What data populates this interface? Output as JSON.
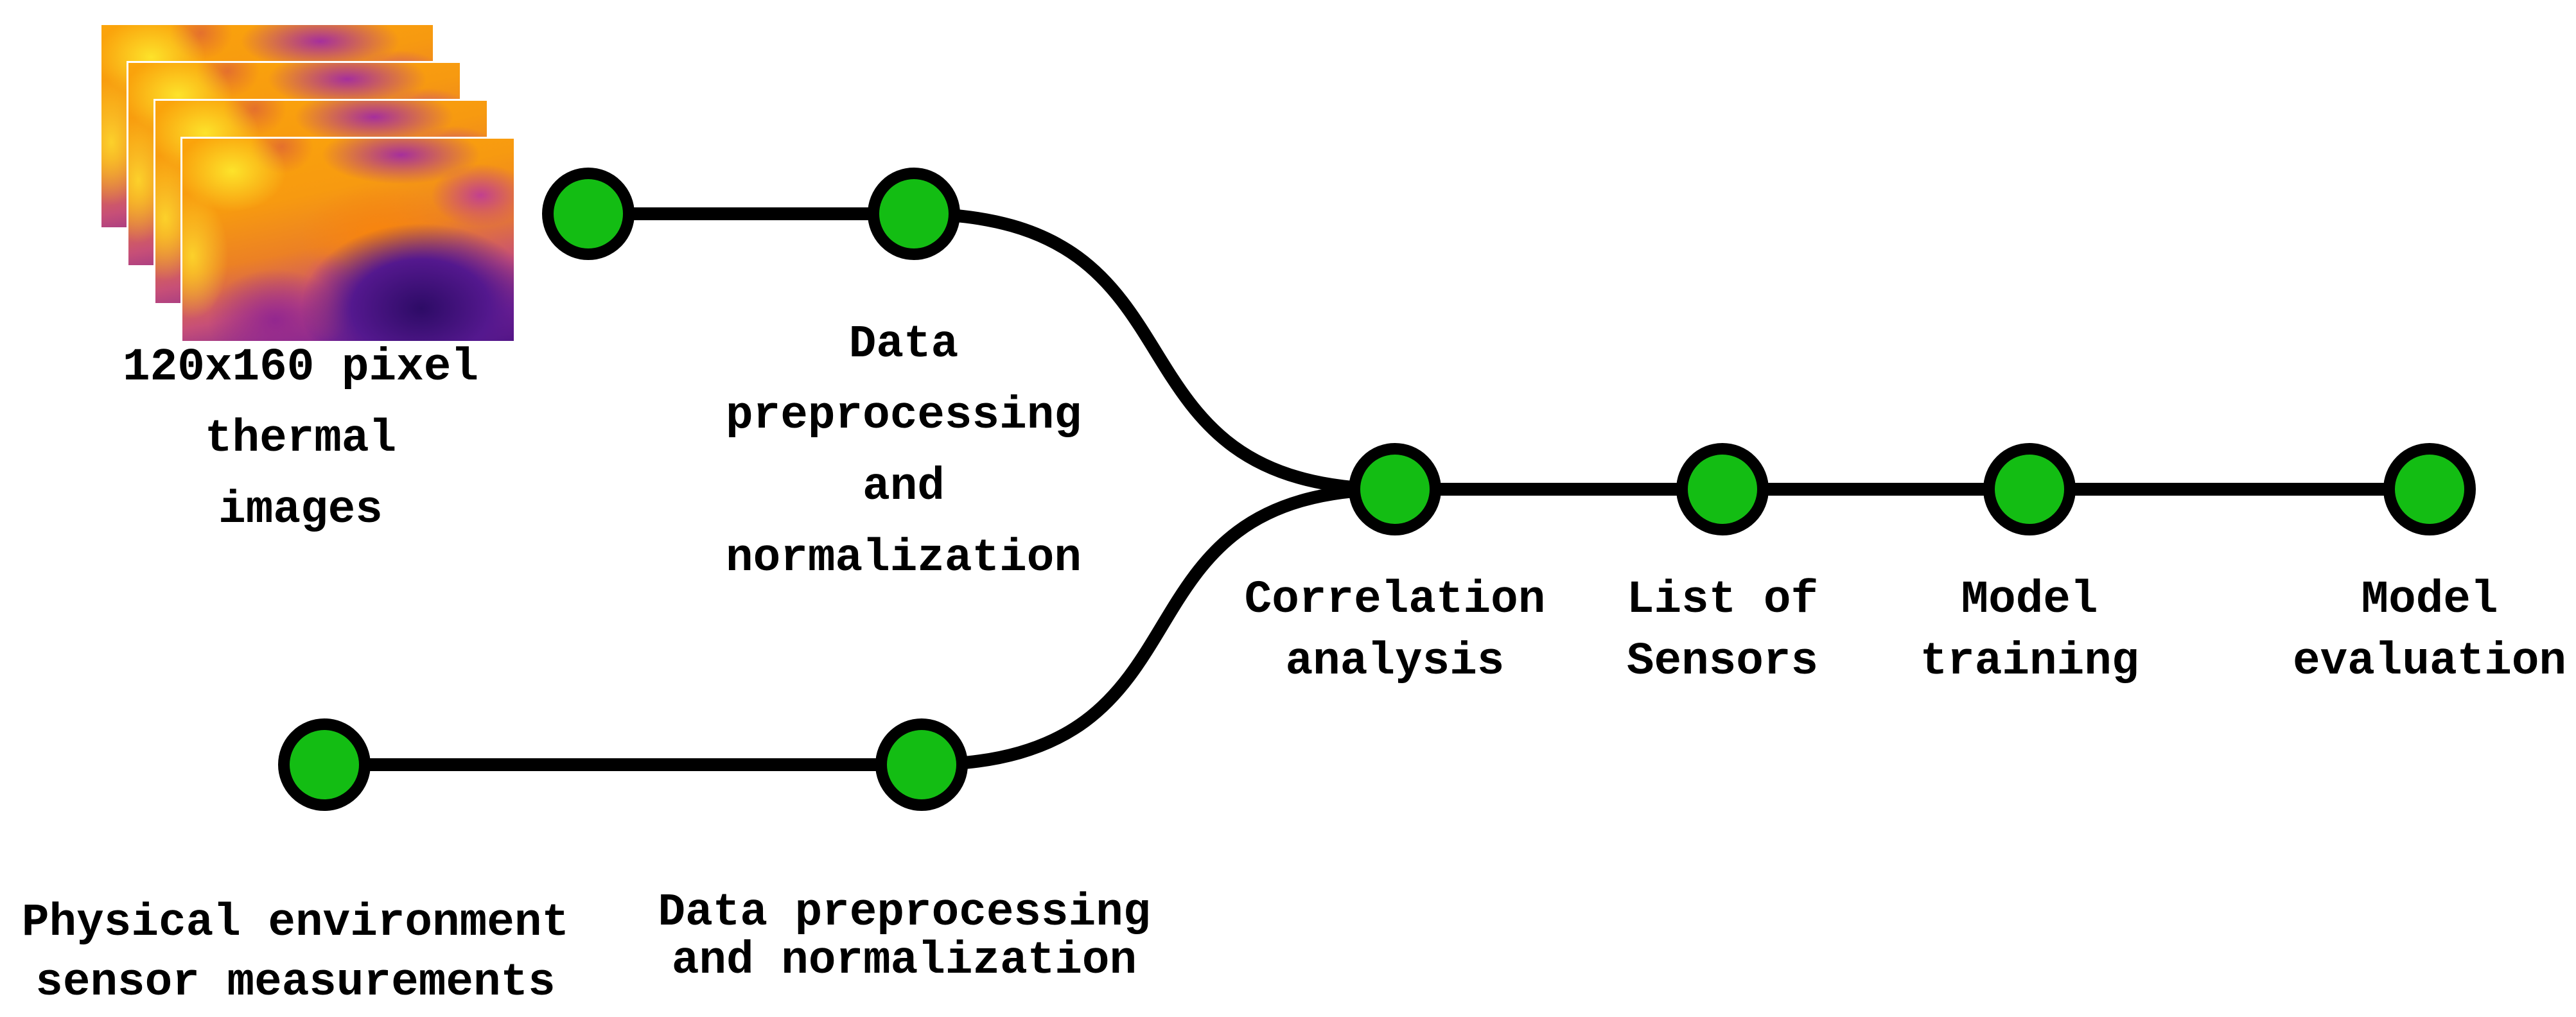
{
  "diagram": {
    "type": "pipeline-flowchart",
    "background_color": "#ffffff",
    "node_fill_color": "#13bd13",
    "node_stroke_color": "#000000",
    "edge_color": "#000000",
    "thermal_stack": {
      "layer_count": 4,
      "colormap": "plasma",
      "colormap_colors": [
        "#fde32a",
        "#fba40b",
        "#ec8124",
        "#c74f77",
        "#93278f",
        "#54188e",
        "#2d0b66"
      ],
      "caption": {
        "lines": [
          "120x160 pixel",
          "thermal",
          "images"
        ]
      }
    },
    "labels": {
      "top_preprocessing": {
        "lines": [
          "Data",
          "preprocessing",
          "and",
          "normalization"
        ]
      },
      "correlation": {
        "lines": [
          "Correlation",
          "analysis"
        ]
      },
      "list_of_sensors": {
        "lines": [
          "List of",
          "Sensors"
        ]
      },
      "model_training": {
        "lines": [
          "Model",
          "training"
        ]
      },
      "model_evaluation": {
        "lines": [
          "Model",
          "evaluation"
        ]
      },
      "physical_sensors": {
        "lines": [
          "Physical environment",
          "sensor measurements"
        ]
      },
      "bottom_preprocessing": {
        "lines": [
          "Data preprocessing",
          "and normalization"
        ]
      }
    },
    "nodes": [
      "thermal-images-input",
      "thermal-data-preprocessing",
      "sensor-measurements-input",
      "sensor-data-preprocessing",
      "correlation-analysis",
      "list-of-sensors",
      "model-training",
      "model-evaluation"
    ]
  }
}
